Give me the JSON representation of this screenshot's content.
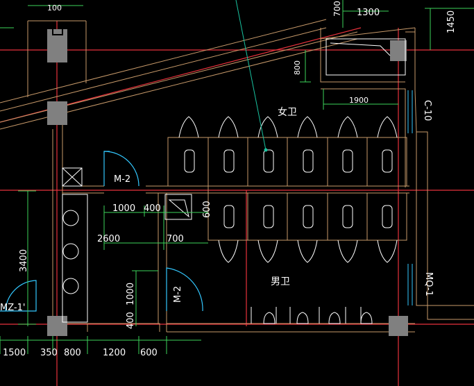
{
  "rooms": {
    "womens": "女卫",
    "mens": "男卫"
  },
  "tags": {
    "door_m2_upper": "M-2",
    "door_m2_lower": "M-2",
    "window_c10": "C-10",
    "wall_mq1": "MQ-1",
    "door_mz1": "MZ-1'"
  },
  "dimensions": {
    "top_100": "100",
    "top_700": "700",
    "top_1300": "1300",
    "top_1450": "1450",
    "d_800": "800",
    "d_1900": "1900",
    "d_1000": "1000",
    "d_400": "400",
    "d_600_vertical": "600",
    "d_2600": "2600",
    "d_700": "700",
    "d_3400": "3400",
    "d_1000_vertical": "1000",
    "d_400_vertical": "400",
    "bottom_1500": "1500",
    "bottom_350": "350",
    "bottom_800": "800",
    "bottom_1200": "1200",
    "bottom_600": "600"
  },
  "colors": {
    "background": "#000000",
    "wall": "#c89a6a",
    "axis": "#e8323c",
    "dimension": "#3cd45a",
    "fixture": "#ffffff",
    "leader": "#19c3a0",
    "door_swing": "#33c8ff",
    "column": "#808080"
  }
}
